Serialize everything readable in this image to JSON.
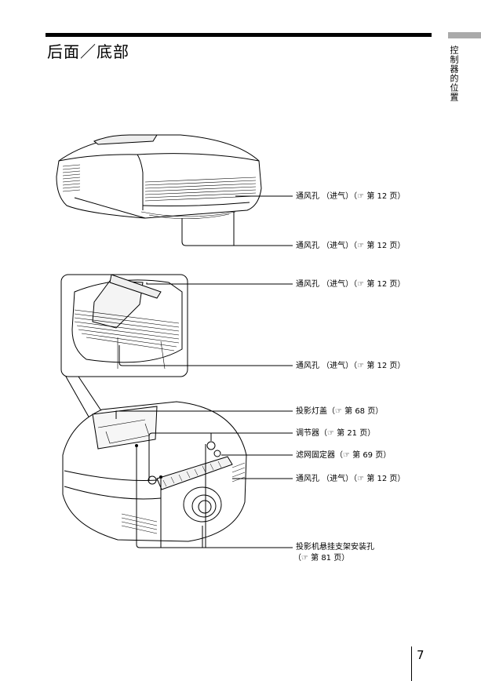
{
  "page": {
    "title": "后面／底部",
    "side_label": "控制器的位置",
    "page_number": "7"
  },
  "callouts": [
    "通风孔 （进气）（☞ 第 12 页）",
    "通风孔 （进气）（☞ 第 12 页）",
    "通风孔 （进气）（☞ 第 12 页）",
    "通风孔 （进气）（☞ 第 12 页）",
    "投影灯盖（☞ 第 68 页）",
    "调节器（☞ 第 21 页）",
    "滤网固定器（☞ 第 69 页）",
    "通风孔 （进气）（☞ 第 12 页）",
    "投影机悬挂支架安装孔",
    "（☞ 第 81 页）"
  ]
}
